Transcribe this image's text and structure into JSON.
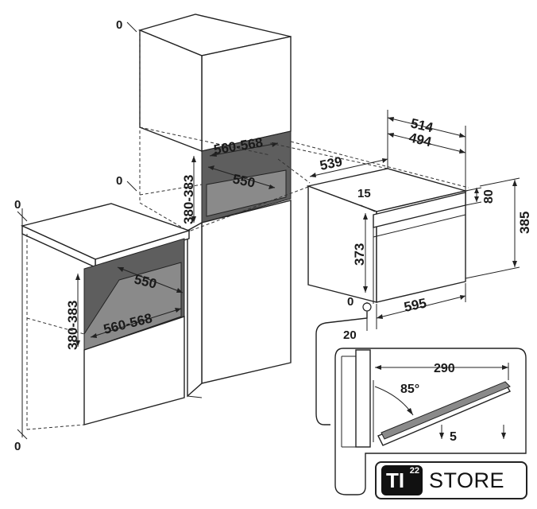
{
  "dimensions": {
    "tall_unit": {
      "top_zero": "0",
      "opening_width": "560-568",
      "opening_depth": "550",
      "opening_height": "380-383",
      "side_zero": "0"
    },
    "base_unit": {
      "top_zero": "0",
      "opening_depth": "550",
      "opening_width": "560-568",
      "opening_height": "380-383",
      "bottom_zero": "0"
    },
    "appliance": {
      "depth_outer": "514",
      "depth_inner": "494",
      "depth_total": "539",
      "top_offset": "15",
      "panel_height": "80",
      "total_height": "385",
      "front_height": "373",
      "base_zero": "0",
      "width": "595",
      "bottom_offset": "20"
    },
    "door_detail": {
      "door_depth": "290",
      "door_angle": "85°",
      "clearance": "5"
    }
  },
  "logo": {
    "mark": "TI",
    "superscript": "22",
    "word": "STORE"
  }
}
